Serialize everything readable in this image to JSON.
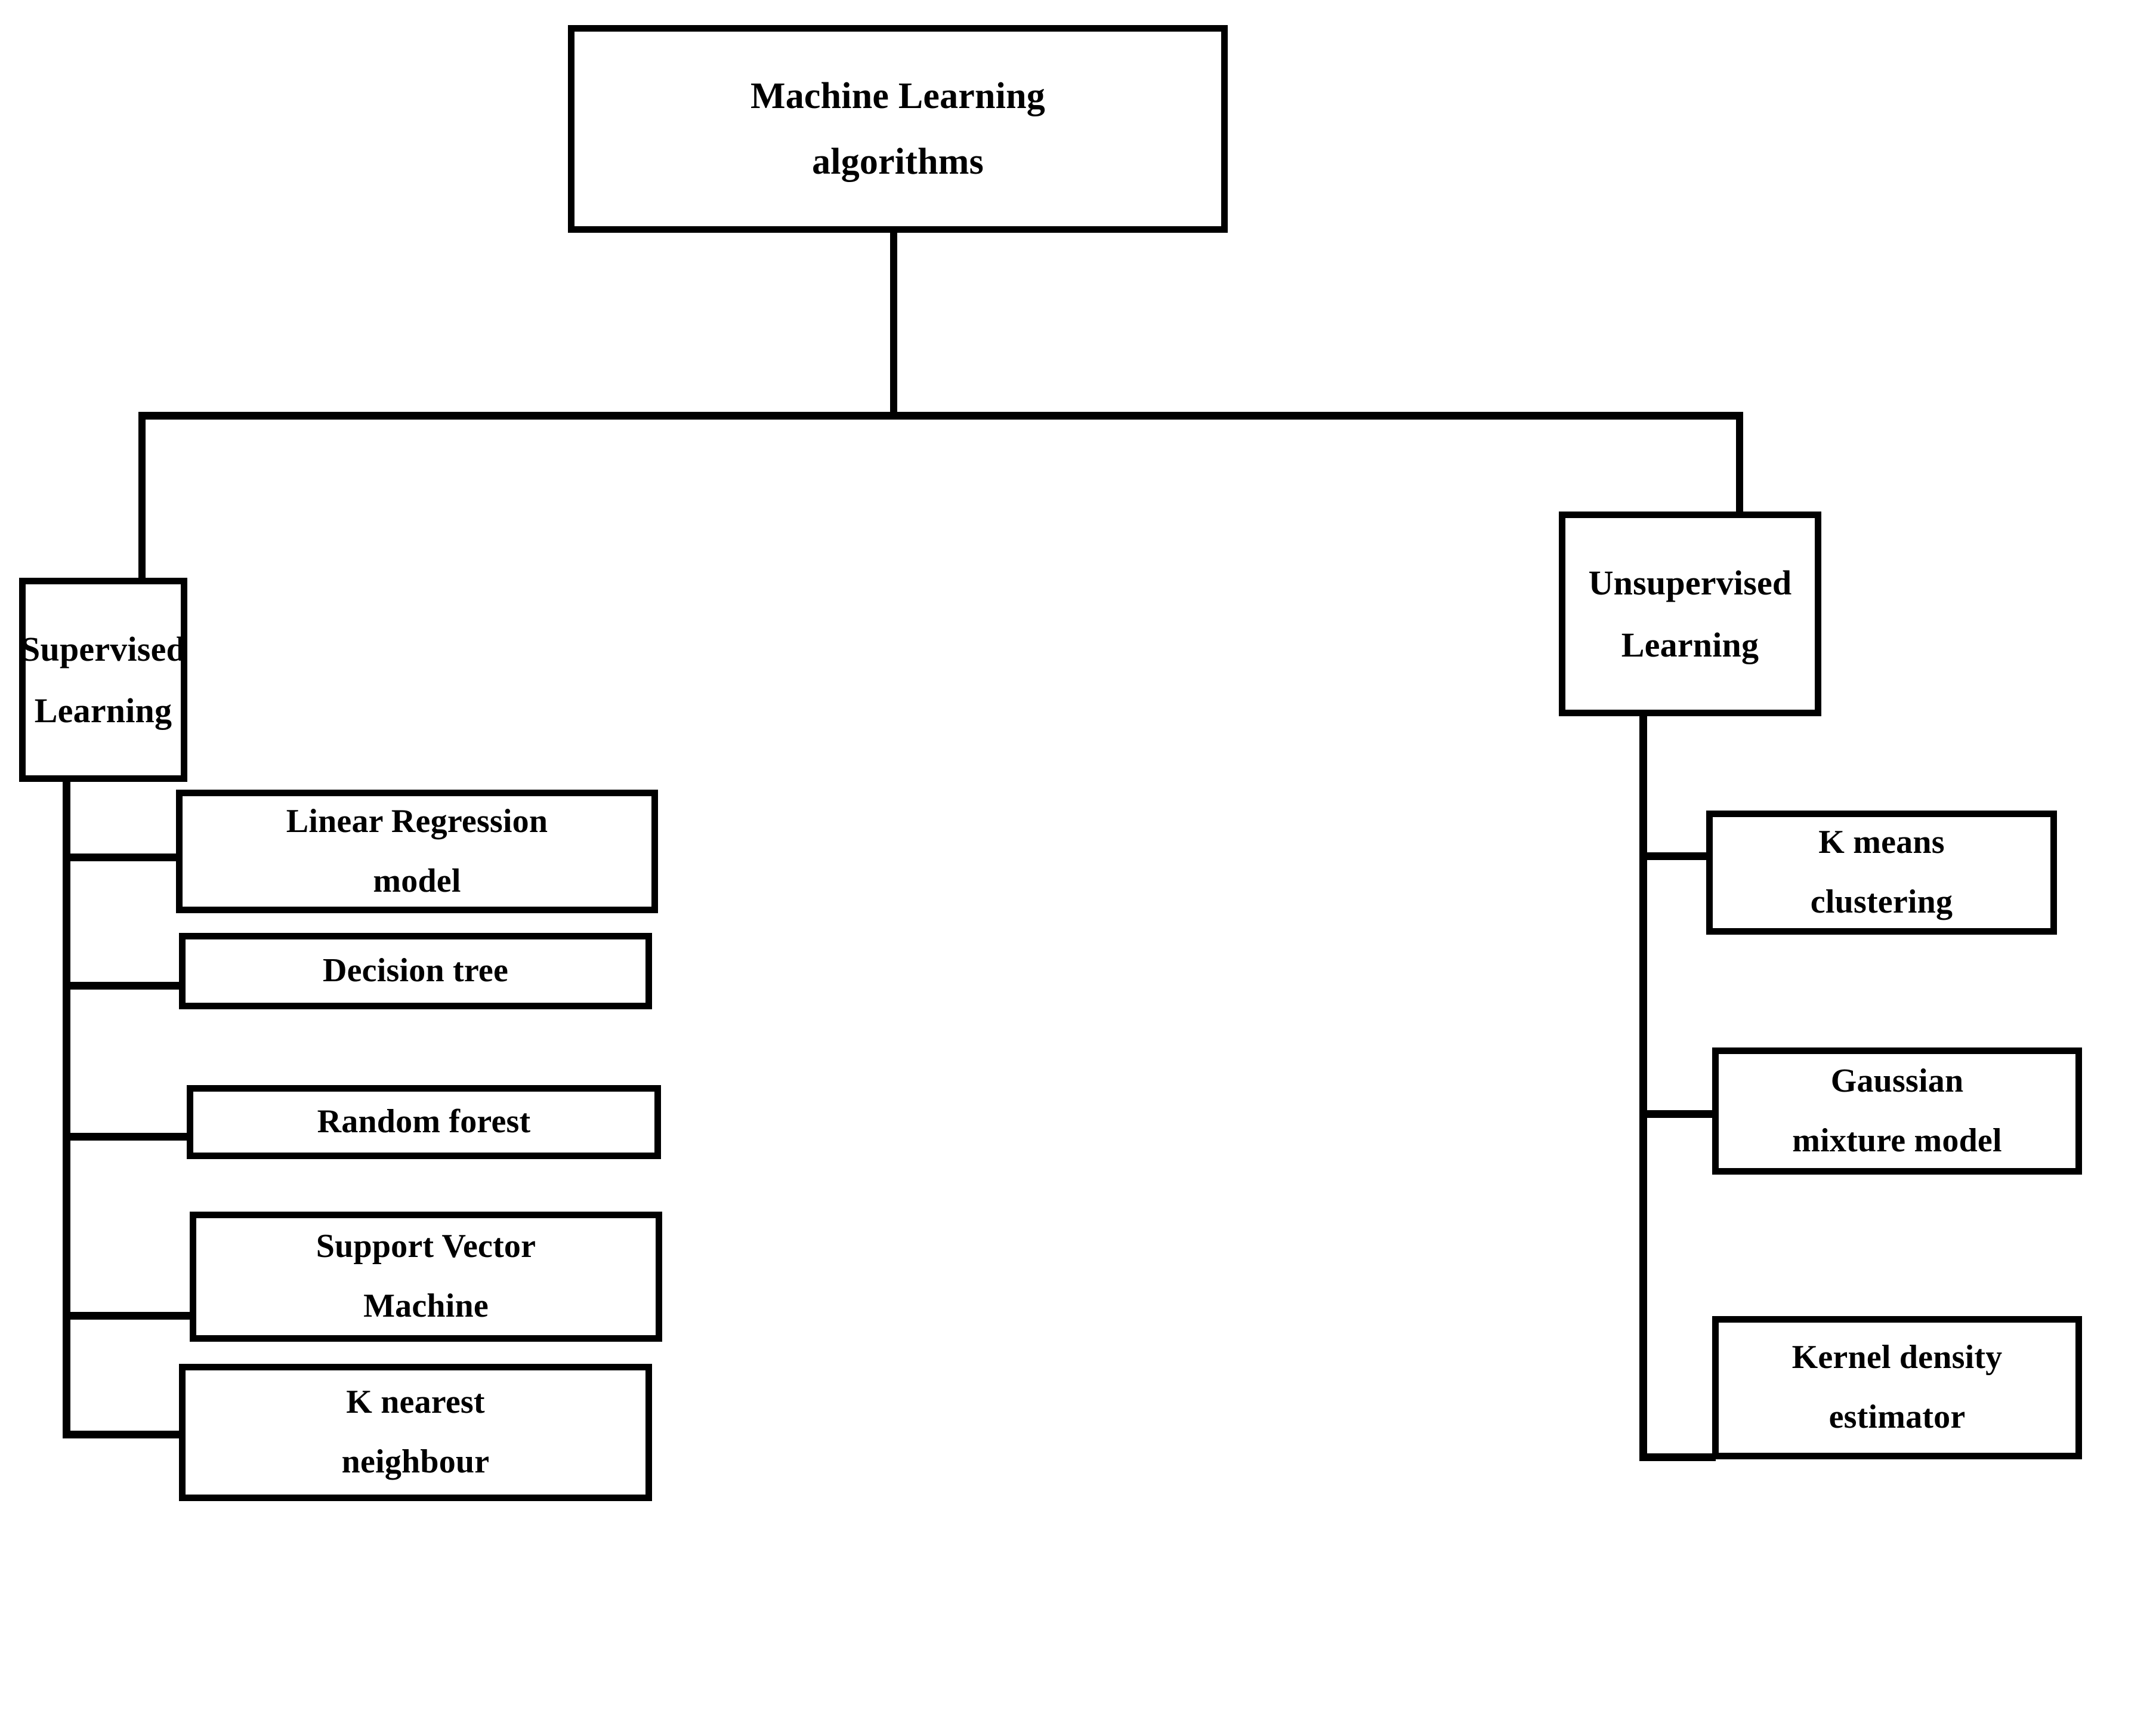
{
  "diagram": {
    "title_text": "Machine Learning algorithms",
    "root": {
      "line1": "Machine Learning",
      "line2": "algorithms"
    },
    "branches": [
      {
        "id": "supervised",
        "line1": "Supervised",
        "line2": "Learning",
        "children": [
          {
            "id": "linear-regression-model",
            "line1": "Linear Regression",
            "line2": "model"
          },
          {
            "id": "decision-tree",
            "line1": "Decision tree",
            "line2": ""
          },
          {
            "id": "random-forest",
            "line1": "Random forest",
            "line2": ""
          },
          {
            "id": "support-vector-machine",
            "line1": "Support Vector",
            "line2": "Machine"
          },
          {
            "id": "k-nearest-neighbour",
            "line1": "K nearest",
            "line2": "neighbour"
          }
        ]
      },
      {
        "id": "unsupervised",
        "line1": "Unsupervised",
        "line2": "Learning",
        "children": [
          {
            "id": "k-means-clustering",
            "line1": "K means",
            "line2": "clustering"
          },
          {
            "id": "gaussian-mixture-model",
            "line1": "Gaussian",
            "line2": "mixture model"
          },
          {
            "id": "kernel-density-estimator",
            "line1": "Kernel density",
            "line2": "estimator"
          }
        ]
      }
    ]
  },
  "style": {
    "stroke_color": "#000000",
    "fill_color": "#ffffff"
  }
}
